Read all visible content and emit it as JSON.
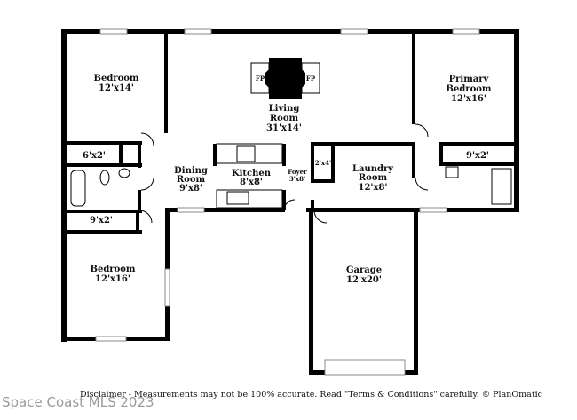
{
  "rooms": {
    "bedroom1": {
      "name": "Bedroom",
      "size": "12'x14'"
    },
    "living": {
      "name1": "Living",
      "name2": "Room",
      "size": "31'x14'"
    },
    "primary": {
      "name1": "Primary",
      "name2": "Bedroom",
      "size": "12'x16'"
    },
    "closet1": {
      "size": "6'x2'"
    },
    "closet2": {
      "size": "9'x2'"
    },
    "closet3": {
      "size": "9'x2'"
    },
    "closet4": {
      "size": "2'x4'"
    },
    "dining": {
      "name1": "Dining",
      "name2": "Room",
      "size": "9'x8'"
    },
    "kitchen": {
      "name": "Kitchen",
      "size": "8'x8'"
    },
    "foyer": {
      "name": "Foyer",
      "size": "3'x8'"
    },
    "laundry": {
      "name1": "Laundry",
      "name2": "Room",
      "size": "12'x8'"
    },
    "bedroom2": {
      "name": "Bedroom",
      "size": "12'x16'"
    },
    "garage": {
      "name": "Garage",
      "size": "12'x20'"
    }
  },
  "fireplace": {
    "left": "FP",
    "right": "FP"
  },
  "disclaimer": "Disclaimer - Measurements may not be 100% accurate. Read \"Terms & Conditions\" carefully. © PlanOmatic",
  "watermark": "Space Coast MLS 2023"
}
